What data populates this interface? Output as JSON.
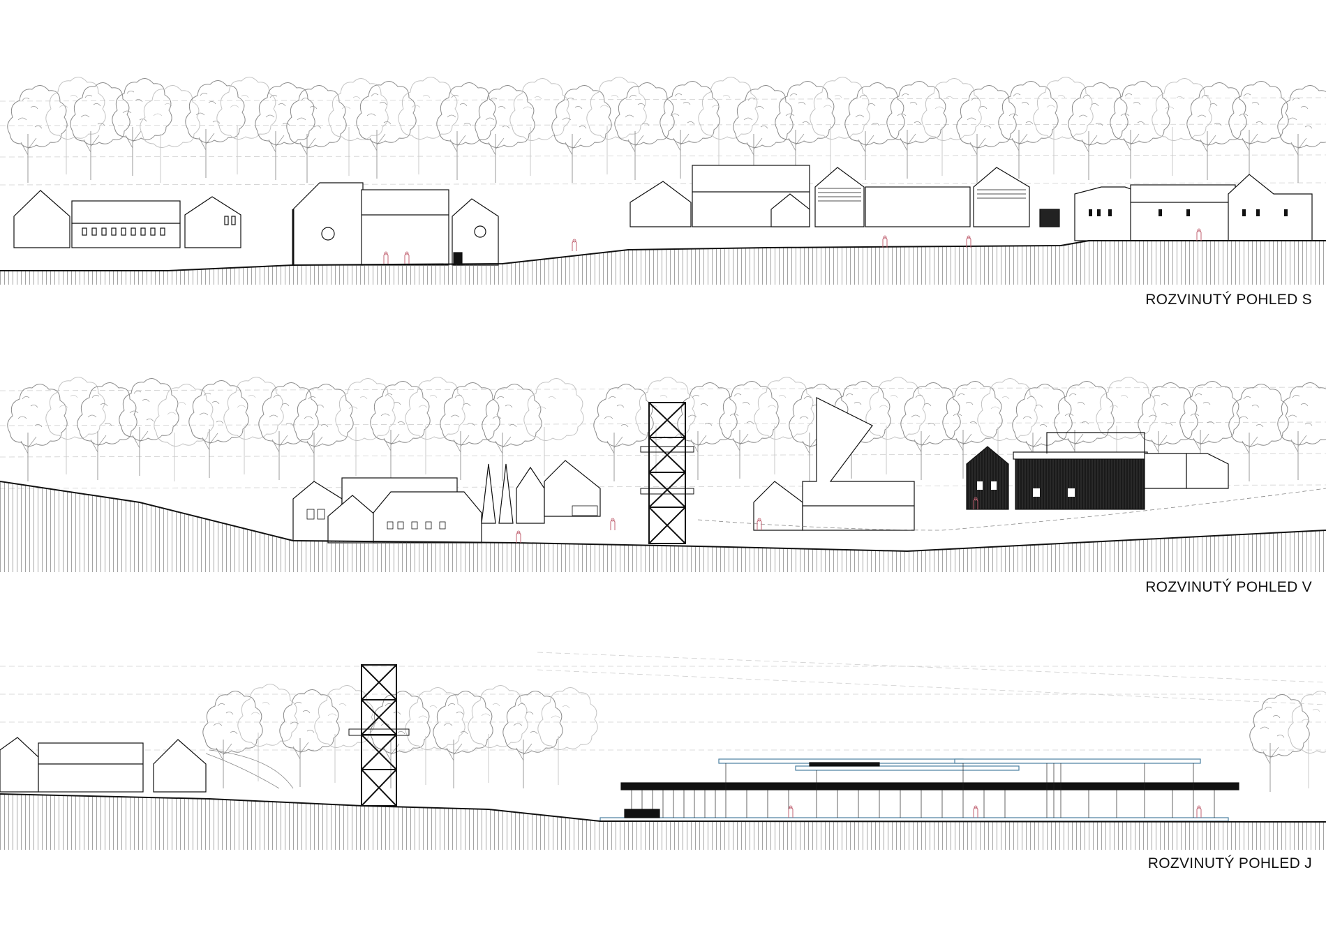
{
  "elevations": [
    {
      "id": "s",
      "label": "ROZVINUTÝ POHLED S"
    },
    {
      "id": "v",
      "label": "ROZVINUTÝ POHLED V"
    },
    {
      "id": "j",
      "label": "ROZVINUTÝ POHLED J"
    }
  ],
  "colors": {
    "line": "#111111",
    "tree": "#9a9a9a",
    "tree_light": "#c8c8c8",
    "hatch": "#555555",
    "accent_blue": "#4a7fa0",
    "figure_red": "#c06070"
  }
}
